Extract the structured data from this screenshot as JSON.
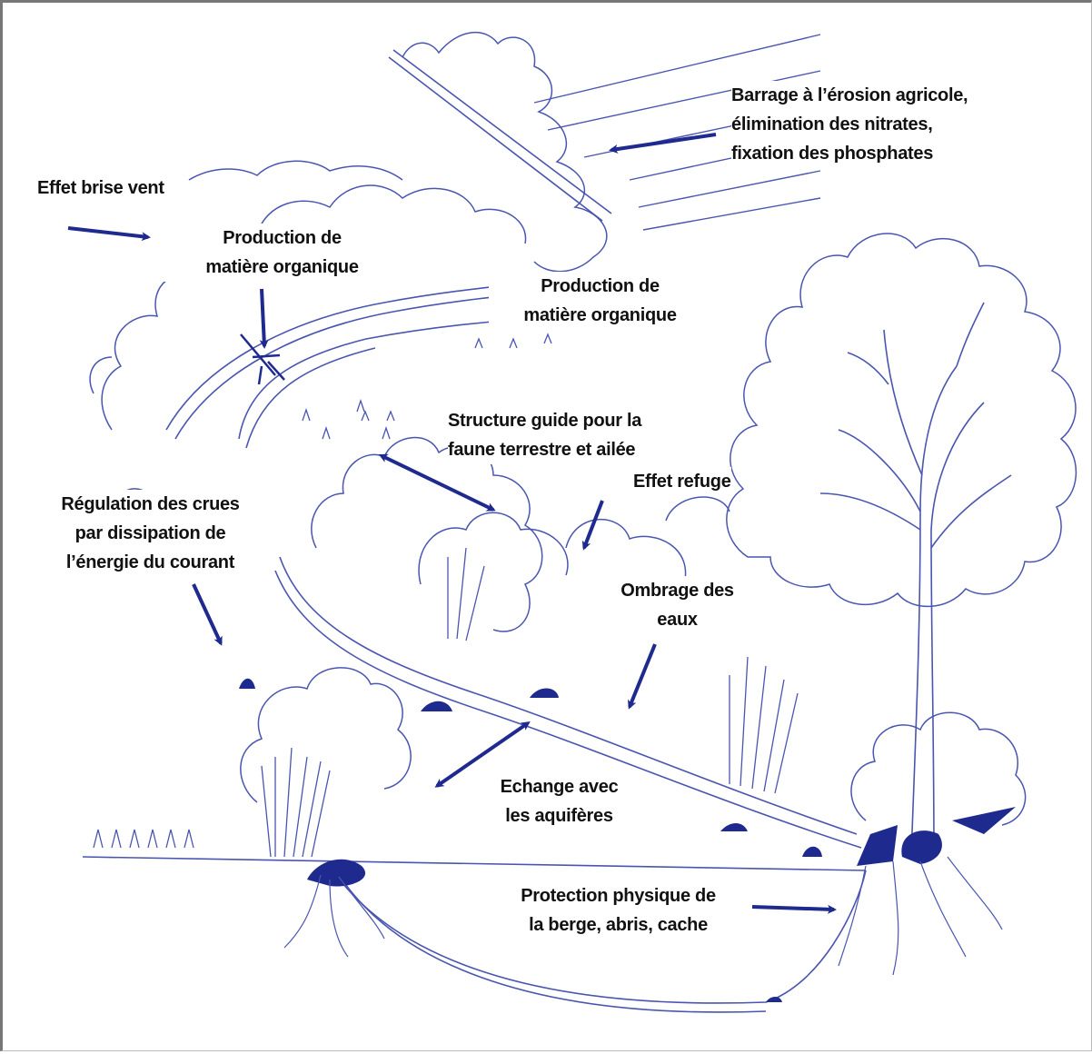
{
  "labels": {
    "barrage": [
      "Barrage à l’érosion agricole,",
      "élimination des nitrates,",
      "fixation des phosphates"
    ],
    "brise_vent": [
      "Effet brise vent"
    ],
    "production_1": [
      "Production de",
      "matière organique"
    ],
    "production_2": [
      "Production de",
      "matière organique"
    ],
    "structure_guide": [
      "Structure guide pour la",
      "faune terrestre et ailée"
    ],
    "effet_refuge": [
      "Effet refuge"
    ],
    "regulation": [
      "Régulation des crues",
      "par dissipation de",
      "l’énergie du courant"
    ],
    "ombrage": [
      "Ombrage des",
      "eaux"
    ],
    "echange": [
      "Echange avec",
      "les aquifères"
    ],
    "protection": [
      "Protection physique de",
      "la berge, abris, cache"
    ]
  },
  "colors": {
    "line": "#4a55b0",
    "arrow": "#1f2a8f",
    "text": "#111111",
    "background": "#ffffff"
  }
}
